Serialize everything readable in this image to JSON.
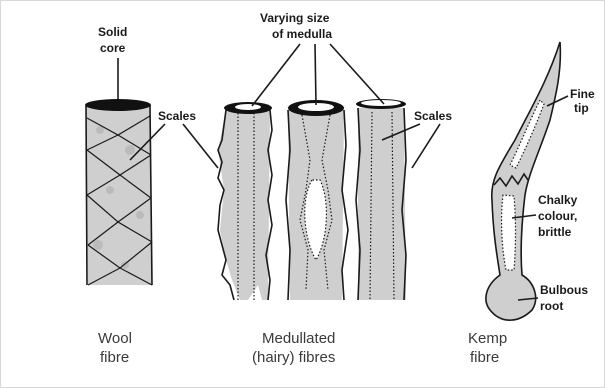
{
  "labels": {
    "solid_core": [
      "Solid",
      "core"
    ],
    "varying_medulla": [
      "Varying   size",
      "of  medulla"
    ],
    "scales_left": "Scales",
    "scales_right": "Scales",
    "fine_tip": [
      "Fine",
      "tip"
    ],
    "chalky": [
      "Chalky",
      "colour,",
      "brittle"
    ],
    "bulbous": [
      "Bulbous",
      "root"
    ]
  },
  "captions": {
    "wool": [
      "Wool",
      "fibre"
    ],
    "medullated": [
      "Medullated",
      "(hairy)  fibres"
    ],
    "kemp": [
      "Kemp",
      "fibre"
    ]
  }
}
